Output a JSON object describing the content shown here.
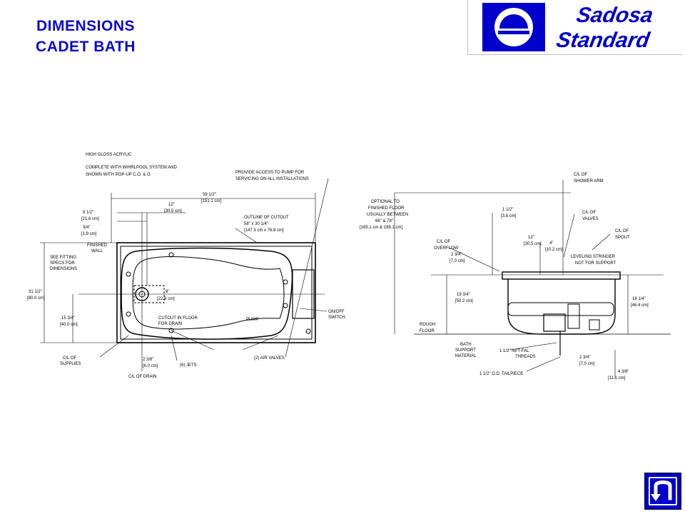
{
  "header": {
    "title_line1": "DIMENSIONS",
    "title_line2": "CADET BATH"
  },
  "brand": {
    "name_line1": "Sadosa",
    "name_line2": "Standard",
    "color": "#0000cc"
  },
  "notes": {
    "line1": "HIGH GLOSS ACRYLIC",
    "line2": "COMPLETE WITH WHIRLPOOL SYSTEM AND",
    "line3": "SHOWN WITH POP-UP C.O. & O."
  },
  "plan_view": {
    "access_note_1": "PROVIDE ACCESS TO PUMP FOR",
    "access_note_2": "SERVICING ON ALL INSTALLATIONS",
    "overall_length": "59 1/2\"",
    "overall_length_metric": "[151.1 cm]",
    "dim_12": "12\"",
    "dim_12_metric": "[30.5 cm]",
    "dim_8_1_2": "8 1/2\"",
    "dim_8_1_2_metric": "[21.6 cm]",
    "dim_3_4": "3/4\"",
    "dim_3_4_metric": "[1.9 cm]",
    "cutout_title": "OUTLINE OF CUTOUT",
    "cutout_size": "58\" x 30 1/4\"",
    "cutout_metric": "[147.3 cm x 76.8 cm]",
    "finished_wall_1": "FINISHED",
    "finished_wall_2": "WALL",
    "fitting_1": "SEE FITTING",
    "fitting_2": "SPECS FOR",
    "fitting_3": "DIMENSIONS",
    "width": "31 1/2\"",
    "width_metric": "[80.0 cm]",
    "dim_9": "9\"",
    "dim_9_metric": "[22.9 cm]",
    "dim_15_3_4": "15 3/4\"",
    "dim_15_3_4_metric": "[40.0 cm]",
    "cutout_floor_1": "CUTOUT IN FLOOR",
    "cutout_floor_2": "FOR DRAIN",
    "pump": "PUMP",
    "switch_1": "ON/OFF",
    "switch_2": "SWITCH",
    "supplies_1": "C/L OF",
    "supplies_2": "SUPPLIES",
    "dim_2_3_8": "2 3/8\"",
    "dim_2_3_8_metric": "[6.0 cm]",
    "jets": "(6) JETS",
    "air_valves": "(2) AIR VALVES",
    "drain": "C/L OF DRAIN"
  },
  "elevation_view": {
    "floor_note_1": "OPTIONAL TO",
    "floor_note_2": "FINISHED FLOOR",
    "floor_note_3": "USUALLY BETWEEN",
    "floor_note_4": "66\" & 78\"",
    "floor_note_5": "[165.1 cm & 198.1 cm]",
    "shower_1": "C/L OF",
    "shower_2": "SHOWER ARM",
    "dim_1_1_2": "1 1/2\"",
    "dim_1_1_2_metric": "[3.8 cm]",
    "valves_1": "C/L OF",
    "valves_2": "VALVES",
    "overflow_1": "C/L OF",
    "overflow_2": "OVERFLOW",
    "dim_12": "12\"",
    "dim_12_metric": "[30.5 cm]",
    "dim_4": "4\"",
    "dim_4_metric": "[10.2 cm]",
    "spout_1": "C/L OF",
    "spout_2": "SPOUT",
    "leveling_1": "LEVELING STRINGER",
    "leveling_2": "NOT FOR SUPPORT",
    "dim_2_3_4_top": "2 3/4\"",
    "dim_2_3_4_top_metric": "[7.0 cm]",
    "dim_19_3_4": "19 3/4\"",
    "dim_19_3_4_metric": "[50.2 cm]",
    "dim_18_1_4": "18 1/4\"",
    "dim_18_1_4_metric": "[46.4 cm]",
    "rough_floor_1": "ROUGH",
    "rough_floor_2": "FLOOR",
    "bath_support_1": "BATH",
    "bath_support_2": "SUPPORT",
    "bath_support_3": "MATERIAL",
    "threads_1": "1 1/2\" NPT-FAL",
    "threads_2": "THREADS",
    "dim_2_3_4_bot": "2 3/4\"",
    "dim_2_3_4_bot_metric": "[7.0 cm]",
    "tailpiece": "1 1/2\" O.D. TAILPIECE",
    "dim_4_3_8": "4 3/8\"",
    "dim_4_3_8_metric": "[11.1 cm]"
  },
  "nav": {
    "return_icon": "u-turn-return-icon"
  }
}
